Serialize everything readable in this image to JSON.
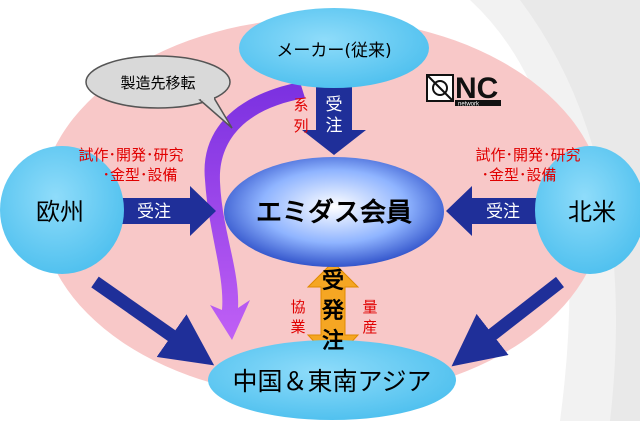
{
  "nodes": {
    "maker": "メーカー(従来)",
    "europe": "欧州",
    "north_america": "北米",
    "center": "エミダス会員",
    "asia": "中国＆東南アジア",
    "relocation": "製造先移転"
  },
  "labels": {
    "order": "受注",
    "keiretsu_1": "系",
    "keiretsu_2": "列",
    "top_order_1": "受",
    "top_order_2": "注",
    "rd_left_1": "試作･開発･研究",
    "rd_left_2": "･金型･設備",
    "rd_right_1": "試作･開発･研究",
    "rd_right_2": "･金型･設備",
    "kyogyo_1": "協",
    "kyogyo_2": "業",
    "ryosan_1": "量",
    "ryosan_2": "産",
    "hacchu_1": "受",
    "hacchu_2": "発",
    "hacchu_3": "注"
  },
  "logo": {
    "text": "NC",
    "sub": "network"
  },
  "colors": {
    "ring": "#f8c8c8",
    "node_fill": "#66ccf2",
    "arrow_blue": "#1f2f99",
    "label_red": "#e00000",
    "arrow_purple": "#a040f0",
    "arrow_orange": "#f5a623"
  }
}
